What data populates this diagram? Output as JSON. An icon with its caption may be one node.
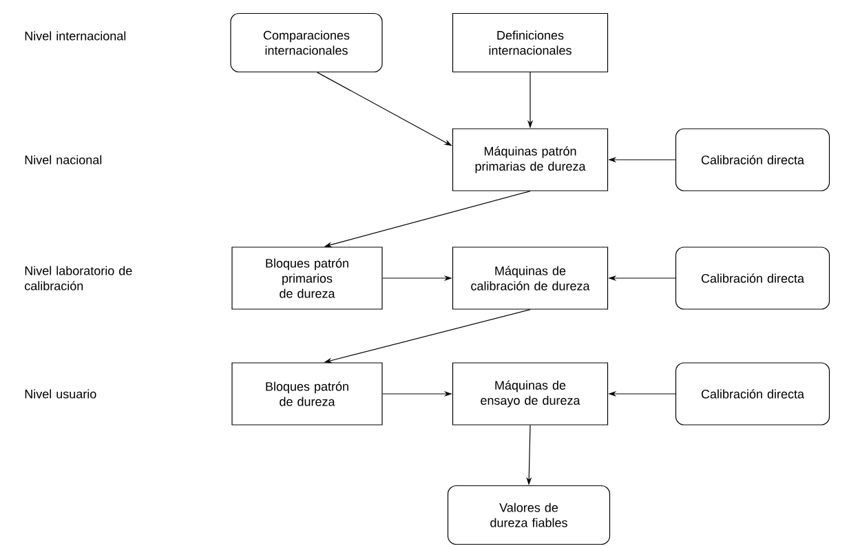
{
  "diagram": {
    "nodes": [
      {
        "text": [
          "Comparaciones internacionales"
        ]
      },
      {
        "text": [
          "Definiciones internacionales"
        ]
      },
      {
        "text": [
          "Máquinas patrón primarias de dureza"
        ]
      },
      {
        "text": [
          "Calibración directa"
        ]
      },
      {
        "text": [
          "Bloques patrón primarios de dureza"
        ]
      },
      {
        "text": [
          "Máquinas de calibración de dureza"
        ]
      },
      {
        "text": [
          "Calibración directa"
        ]
      },
      {
        "text": [
          "Bloques patrón de dureza"
        ]
      },
      {
        "text": [
          "Máquinas de ensayo de dureza"
        ]
      },
      {
        "text": [
          "Calibración directa"
        ]
      },
      {
        "text": [
          "Valores de dureza fiables"
        ]
      }
    ],
    "edges": [
      {
        "from": 0,
        "to": 2,
        "arrow": "to"
      },
      {
        "from": 1,
        "to": 2,
        "arrow": "to"
      },
      {
        "from": 3,
        "to": 2,
        "arrow": "to"
      },
      {
        "from": 2,
        "to": 4,
        "arrow": "to"
      },
      {
        "from": 4,
        "to": 5,
        "arrow": "to"
      },
      {
        "from": 6,
        "to": 5,
        "arrow": "to"
      },
      {
        "from": 5,
        "to": 7,
        "arrow": "to"
      },
      {
        "from": 7,
        "to": 8,
        "arrow": "to"
      },
      {
        "from": 9,
        "to": 8,
        "arrow": "to"
      },
      {
        "from": 8,
        "to": 10,
        "arrow": "to"
      }
    ],
    "labels": [
      "Nivel internacional",
      "Nivel nacional",
      "Nivel laboratorio de calibración",
      "Nivel usuario"
    ]
  }
}
